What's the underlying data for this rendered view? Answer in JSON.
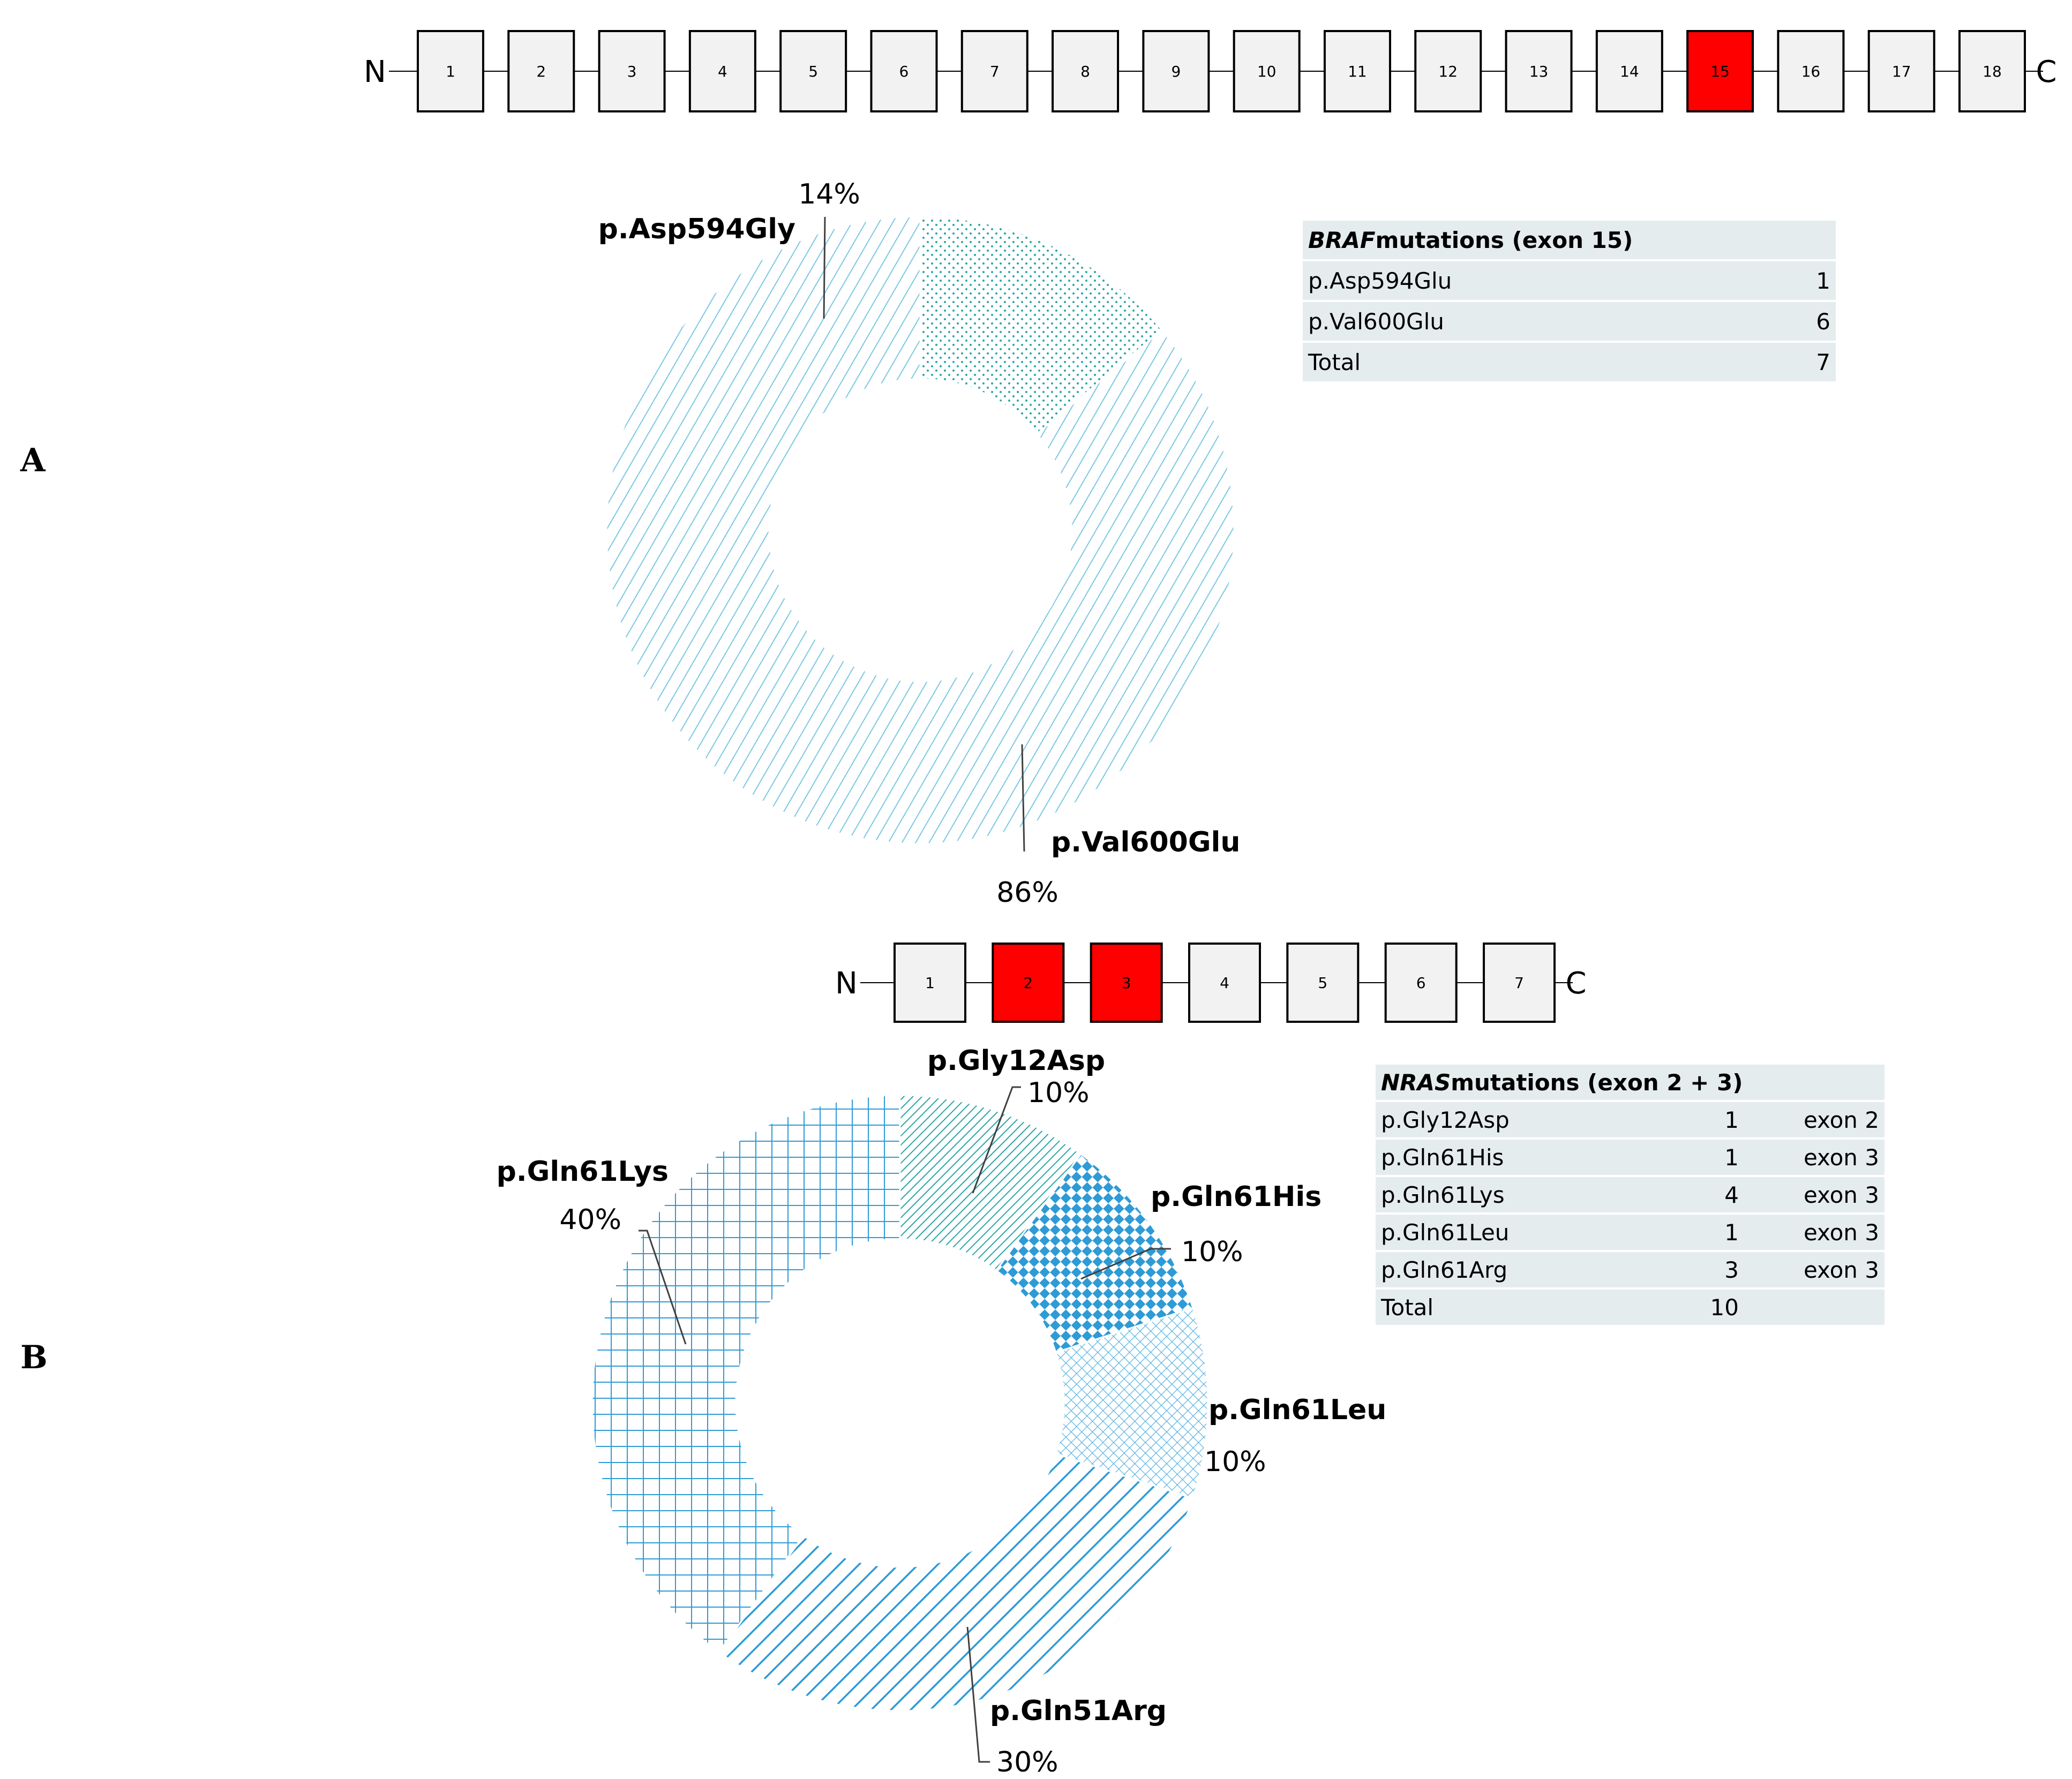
{
  "panels": [
    {
      "letter": "A",
      "gene_map": {
        "n_label": "N",
        "c_label": "C",
        "exons": [
          "1",
          "2",
          "3",
          "4",
          "5",
          "6",
          "7",
          "8",
          "9",
          "10",
          "11",
          "12",
          "13",
          "14",
          "15",
          "16",
          "17",
          "18"
        ],
        "highlighted": [
          "15"
        ]
      },
      "table": {
        "gene": "BRAF",
        "title_rest": " mutations (exon 15)",
        "rows": [
          {
            "name": "p.Asp594Glu",
            "count": "1"
          },
          {
            "name": "p.Val600Glu",
            "count": "6"
          },
          {
            "name": "Total",
            "count": "7"
          }
        ]
      }
    },
    {
      "letter": "B",
      "gene_map": {
        "n_label": "N",
        "c_label": "C",
        "exons": [
          "1",
          "2",
          "3",
          "4",
          "5",
          "6",
          "7"
        ],
        "highlighted": [
          "2",
          "3"
        ]
      },
      "table": {
        "gene": "NRAS",
        "title_rest": " mutations (exon 2 + 3)",
        "rows": [
          {
            "name": "p.Gly12Asp",
            "count": "1",
            "exon": "exon 2"
          },
          {
            "name": "p.Gln61His",
            "count": "1",
            "exon": "exon 3"
          },
          {
            "name": "p.Gln61Lys",
            "count": "4",
            "exon": "exon 3"
          },
          {
            "name": "p.Gln61Leu",
            "count": "1",
            "exon": "exon 3"
          },
          {
            "name": "p.Gln61Arg",
            "count": "3",
            "exon": "exon 3"
          },
          {
            "name": "Total",
            "count": "10",
            "exon": ""
          }
        ]
      }
    }
  ],
  "colors": {
    "exon_fill": "#f2f2f2",
    "exon_highlight": "#ff0000",
    "pattern_light": "#7ec8e3",
    "pattern_dark": "#2e9bd6",
    "pattern_teal": "#2aa6a6",
    "table_bg": "#e5ecee"
  },
  "chart_data": [
    {
      "type": "pie",
      "variant": "donut",
      "slices": [
        {
          "label": "p.Asp594Gly",
          "value": 14,
          "pct_label": "14%",
          "pattern": "dots"
        },
        {
          "label": "p.Val600Glu",
          "value": 86,
          "pct_label": "86%",
          "pattern": "diagonal-light"
        }
      ]
    },
    {
      "type": "pie",
      "variant": "donut",
      "slices": [
        {
          "label": "p.Gly12Asp",
          "value": 10,
          "pct_label": "10%",
          "pattern": "diagonal-dense"
        },
        {
          "label": "p.Gln61His",
          "value": 10,
          "pct_label": "10%",
          "pattern": "diamonds"
        },
        {
          "label": "p.Gln61Leu",
          "value": 10,
          "pct_label": "10%",
          "pattern": "crosshatch-fine"
        },
        {
          "label": "p.Gln51Arg",
          "value": 30,
          "pct_label": "30%",
          "pattern": "diagonal-wide"
        },
        {
          "label": "p.Gln61Lys",
          "value": 40,
          "pct_label": "40%",
          "pattern": "grid"
        }
      ]
    }
  ]
}
